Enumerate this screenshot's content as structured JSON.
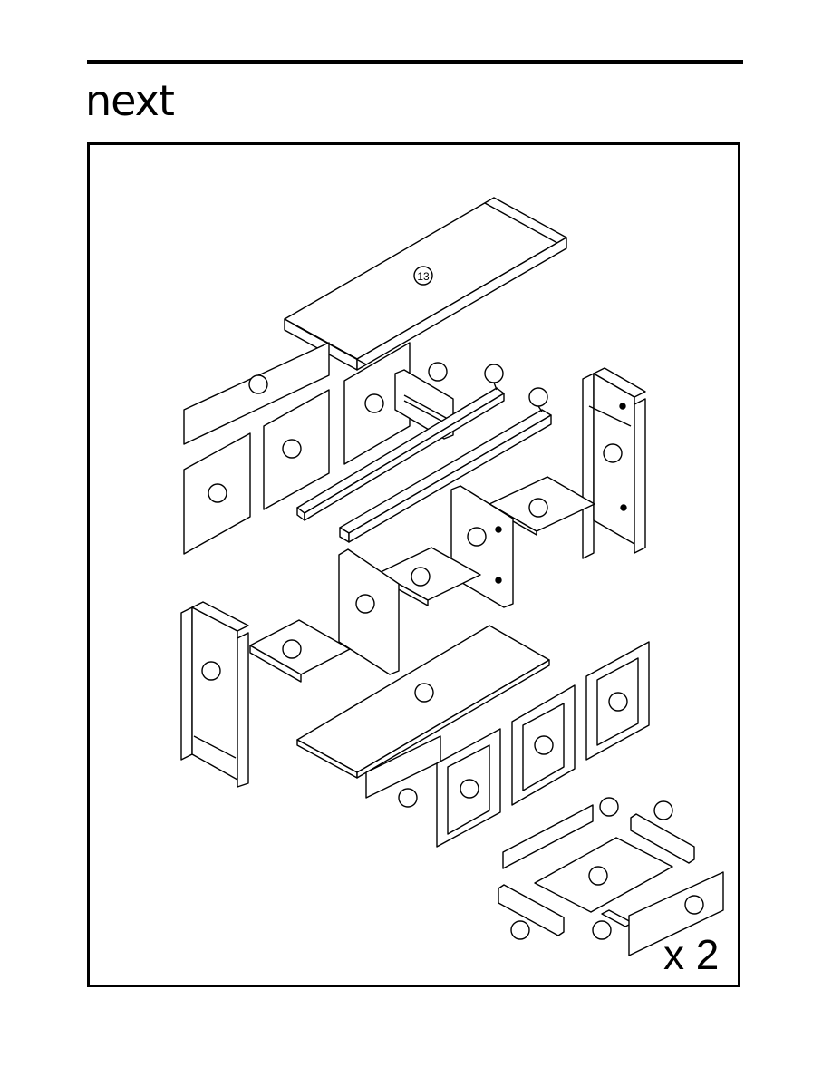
{
  "header": {
    "brand": "next"
  },
  "diagram": {
    "top_part_number": "13",
    "quantity_label": "x 2"
  }
}
